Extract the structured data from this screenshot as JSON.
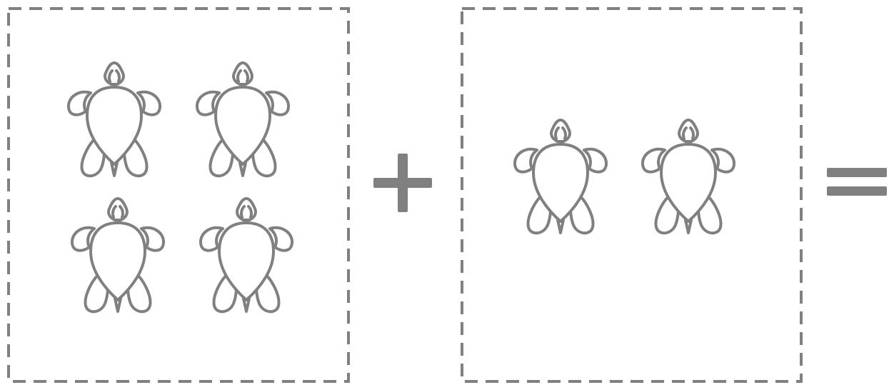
{
  "colors": {
    "stroke": "#808080",
    "fill": "#ffffff",
    "background": "#ffffff"
  },
  "equation": {
    "operator": "+",
    "result_operator": "=",
    "groups": [
      {
        "name": "left-group",
        "count": 4,
        "icon": "turtle-icon"
      },
      {
        "name": "right-group",
        "count": 2,
        "icon": "turtle-icon"
      }
    ]
  }
}
